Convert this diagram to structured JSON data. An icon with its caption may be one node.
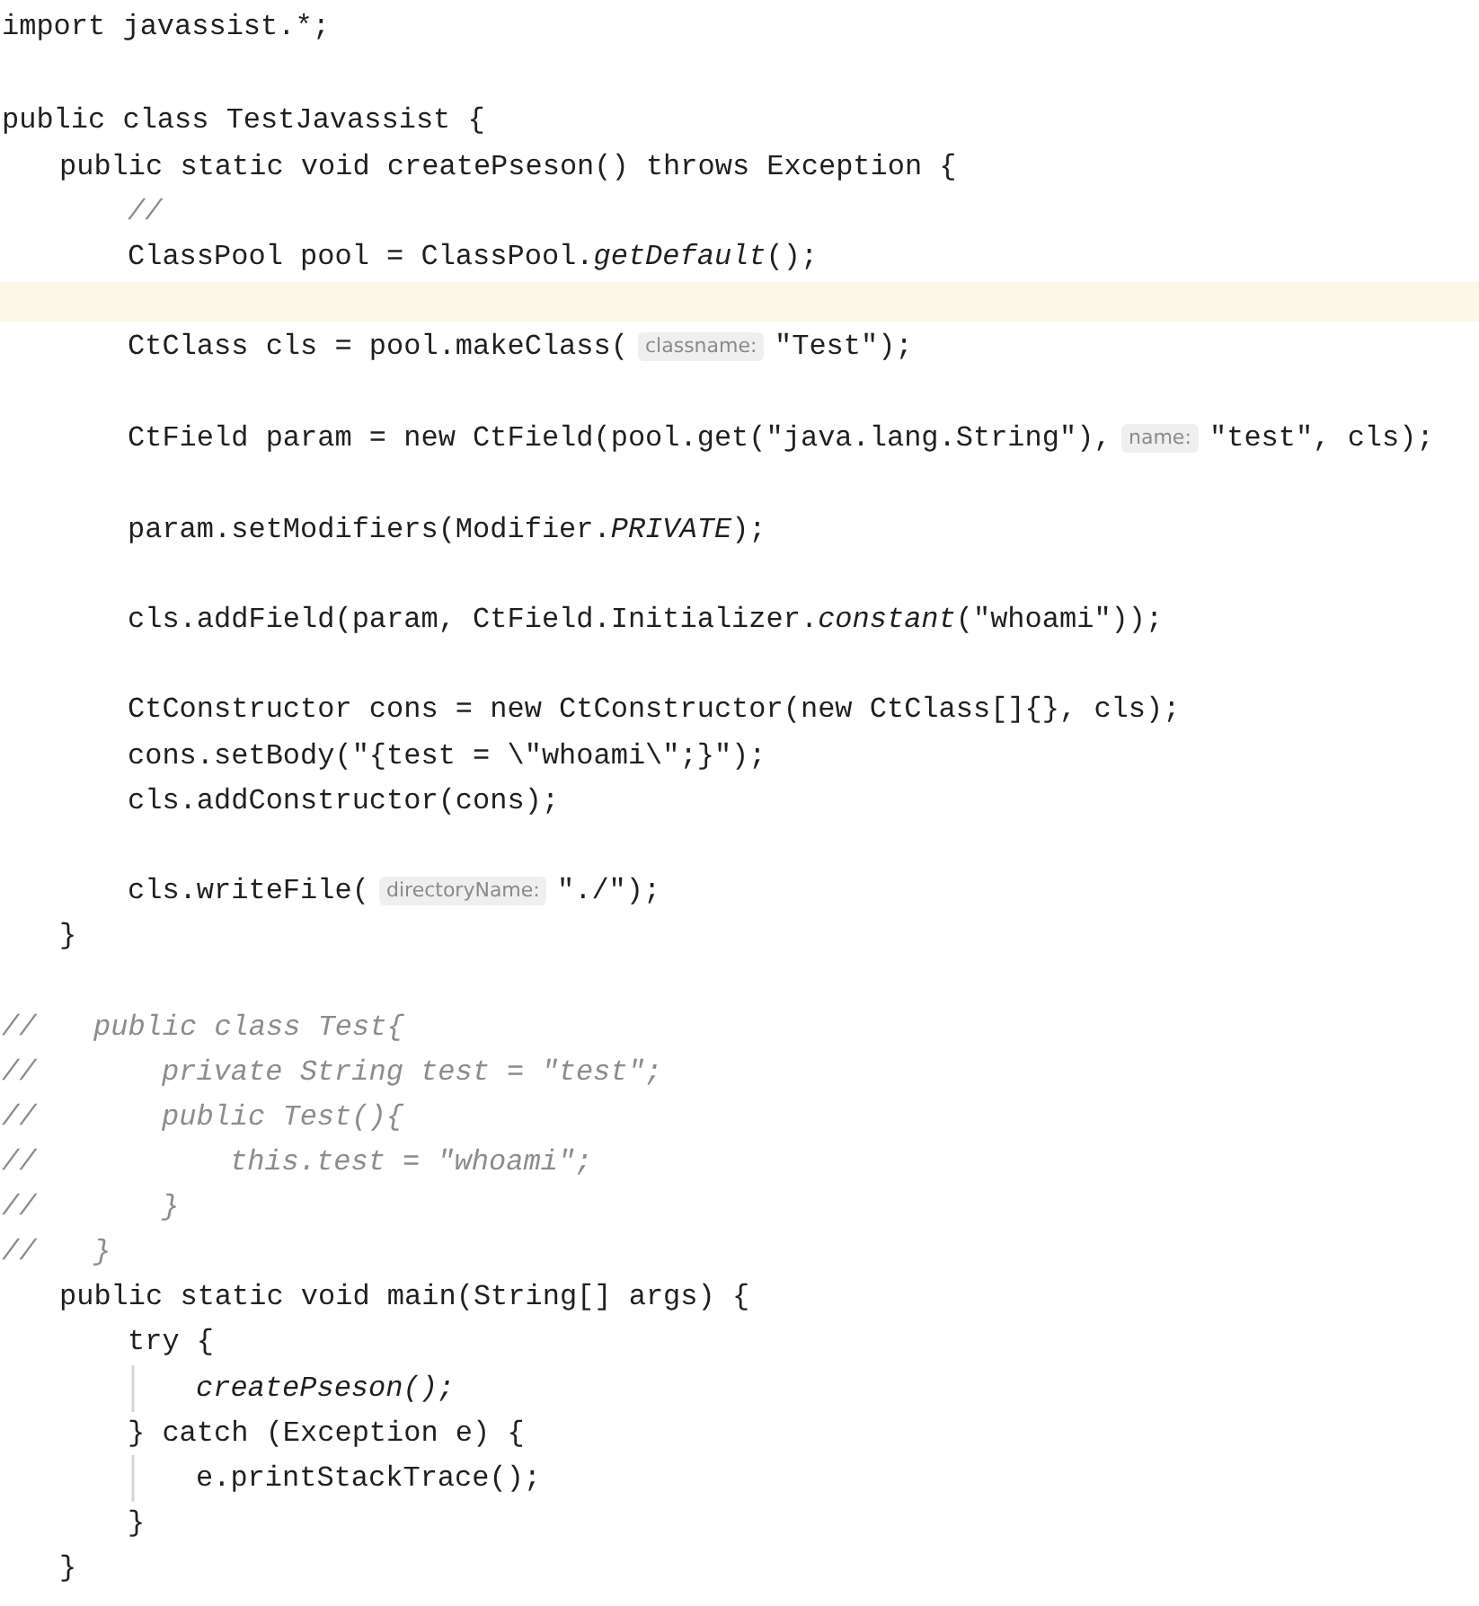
{
  "diagram": {
    "labels": [
      "import javassist.*;",
      "public class TestJavassist {",
      "public static void createPseson() throws Exception {",
      "//",
      "ClassPool pool = ClassPool.*getDefault*();",
      "CtClass cls = pool.makeClass(",
      "classname:",
      "\"Test\");",
      "CtField param = new CtField(pool.get(\"java.lang.String\"),",
      "name:",
      "\"test\", cls);",
      "param.setModifiers(Modifier.*PRIVATE*);",
      "cls.addField(param, CtField.Initializer.*constant*(\"whoami\"));",
      "CtConstructor cons = new CtConstructor(new CtClass[]{}, cls);",
      "cons.setBody(\"{test = \\\"whoami\\\";}\");",
      "cls.addConstructor(cons);",
      "cls.writeFile(",
      "directoryName:",
      "\"./\");",
      "}",
      "//",
      "public class Test{",
      "//",
      "private String test = \"test\";",
      "//",
      "public Test(){",
      "//",
      "this.test = \"whoami\";",
      "//",
      "}",
      "//",
      "}",
      "public static void main(String[] args) {",
      "try {",
      "createPseson();",
      "} catch (Exception e) {",
      "e.printStackTrace();",
      "}",
      "}"
    ]
  }
}
